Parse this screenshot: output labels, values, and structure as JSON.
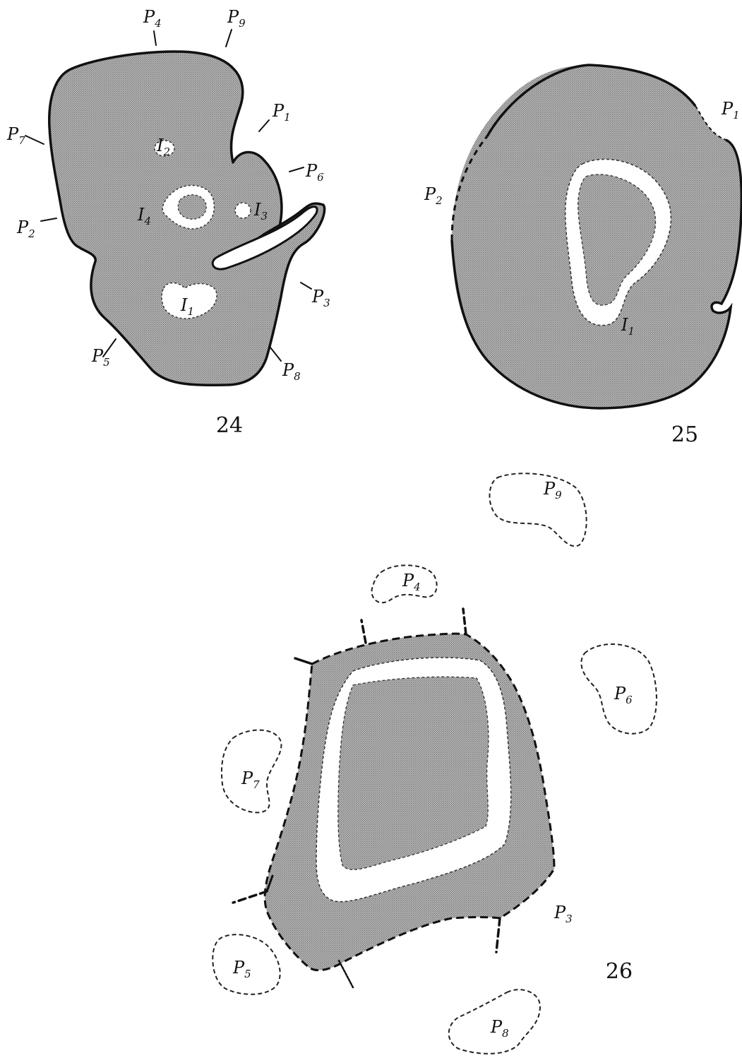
{
  "figures": [
    {
      "id": "24",
      "number": "24",
      "labels": [
        {
          "key": "P4",
          "base": "P",
          "sub": "4"
        },
        {
          "key": "P9",
          "base": "P",
          "sub": "9"
        },
        {
          "key": "P1",
          "base": "P",
          "sub": "1"
        },
        {
          "key": "P7",
          "base": "P",
          "sub": "7"
        },
        {
          "key": "P6",
          "base": "P",
          "sub": "6"
        },
        {
          "key": "I2",
          "base": "I",
          "sub": "2"
        },
        {
          "key": "P2",
          "base": "P",
          "sub": "2"
        },
        {
          "key": "I4",
          "base": "I",
          "sub": "4"
        },
        {
          "key": "I3",
          "base": "I",
          "sub": "3"
        },
        {
          "key": "P3",
          "base": "P",
          "sub": "3"
        },
        {
          "key": "I1",
          "base": "I",
          "sub": "1"
        },
        {
          "key": "P5",
          "base": "P",
          "sub": "5"
        },
        {
          "key": "P8",
          "base": "P",
          "sub": "8"
        }
      ]
    },
    {
      "id": "25",
      "number": "25",
      "labels": [
        {
          "key": "P1",
          "base": "P",
          "sub": "1"
        },
        {
          "key": "P2",
          "base": "P",
          "sub": "2"
        },
        {
          "key": "I1",
          "base": "I",
          "sub": "1"
        }
      ]
    },
    {
      "id": "26",
      "number": "26",
      "labels": [
        {
          "key": "P9",
          "base": "P",
          "sub": "9"
        },
        {
          "key": "P4",
          "base": "P",
          "sub": "4"
        },
        {
          "key": "P6",
          "base": "P",
          "sub": "6"
        },
        {
          "key": "P7",
          "base": "P",
          "sub": "7"
        },
        {
          "key": "P3",
          "base": "P",
          "sub": "3"
        },
        {
          "key": "P5",
          "base": "P",
          "sub": "5"
        },
        {
          "key": "P8",
          "base": "P",
          "sub": "8"
        }
      ]
    }
  ],
  "colors": {
    "shading": "#a9a9a9",
    "outline": "#111111",
    "background": "#ffffff"
  }
}
